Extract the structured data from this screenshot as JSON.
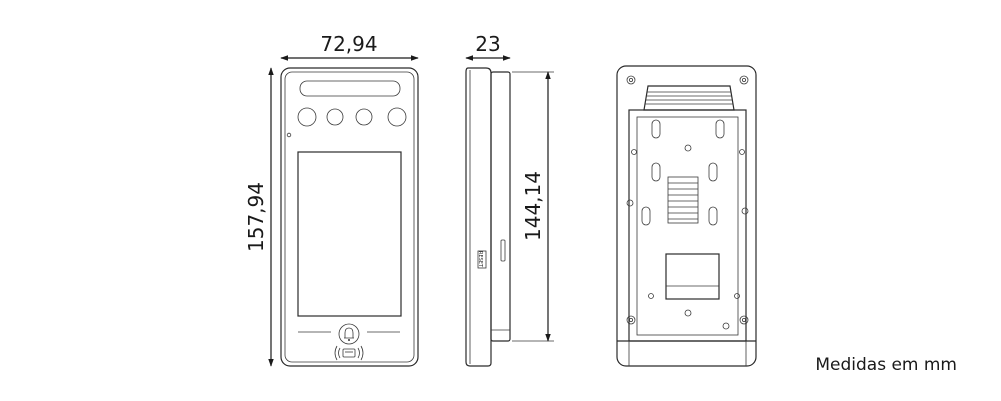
{
  "dimensions": {
    "width": "72,94",
    "depth": "23",
    "total_height": "157,94",
    "body_height": "144,14"
  },
  "note": "Medidas em mm",
  "icons": [
    "bell-icon",
    "card-icon"
  ]
}
